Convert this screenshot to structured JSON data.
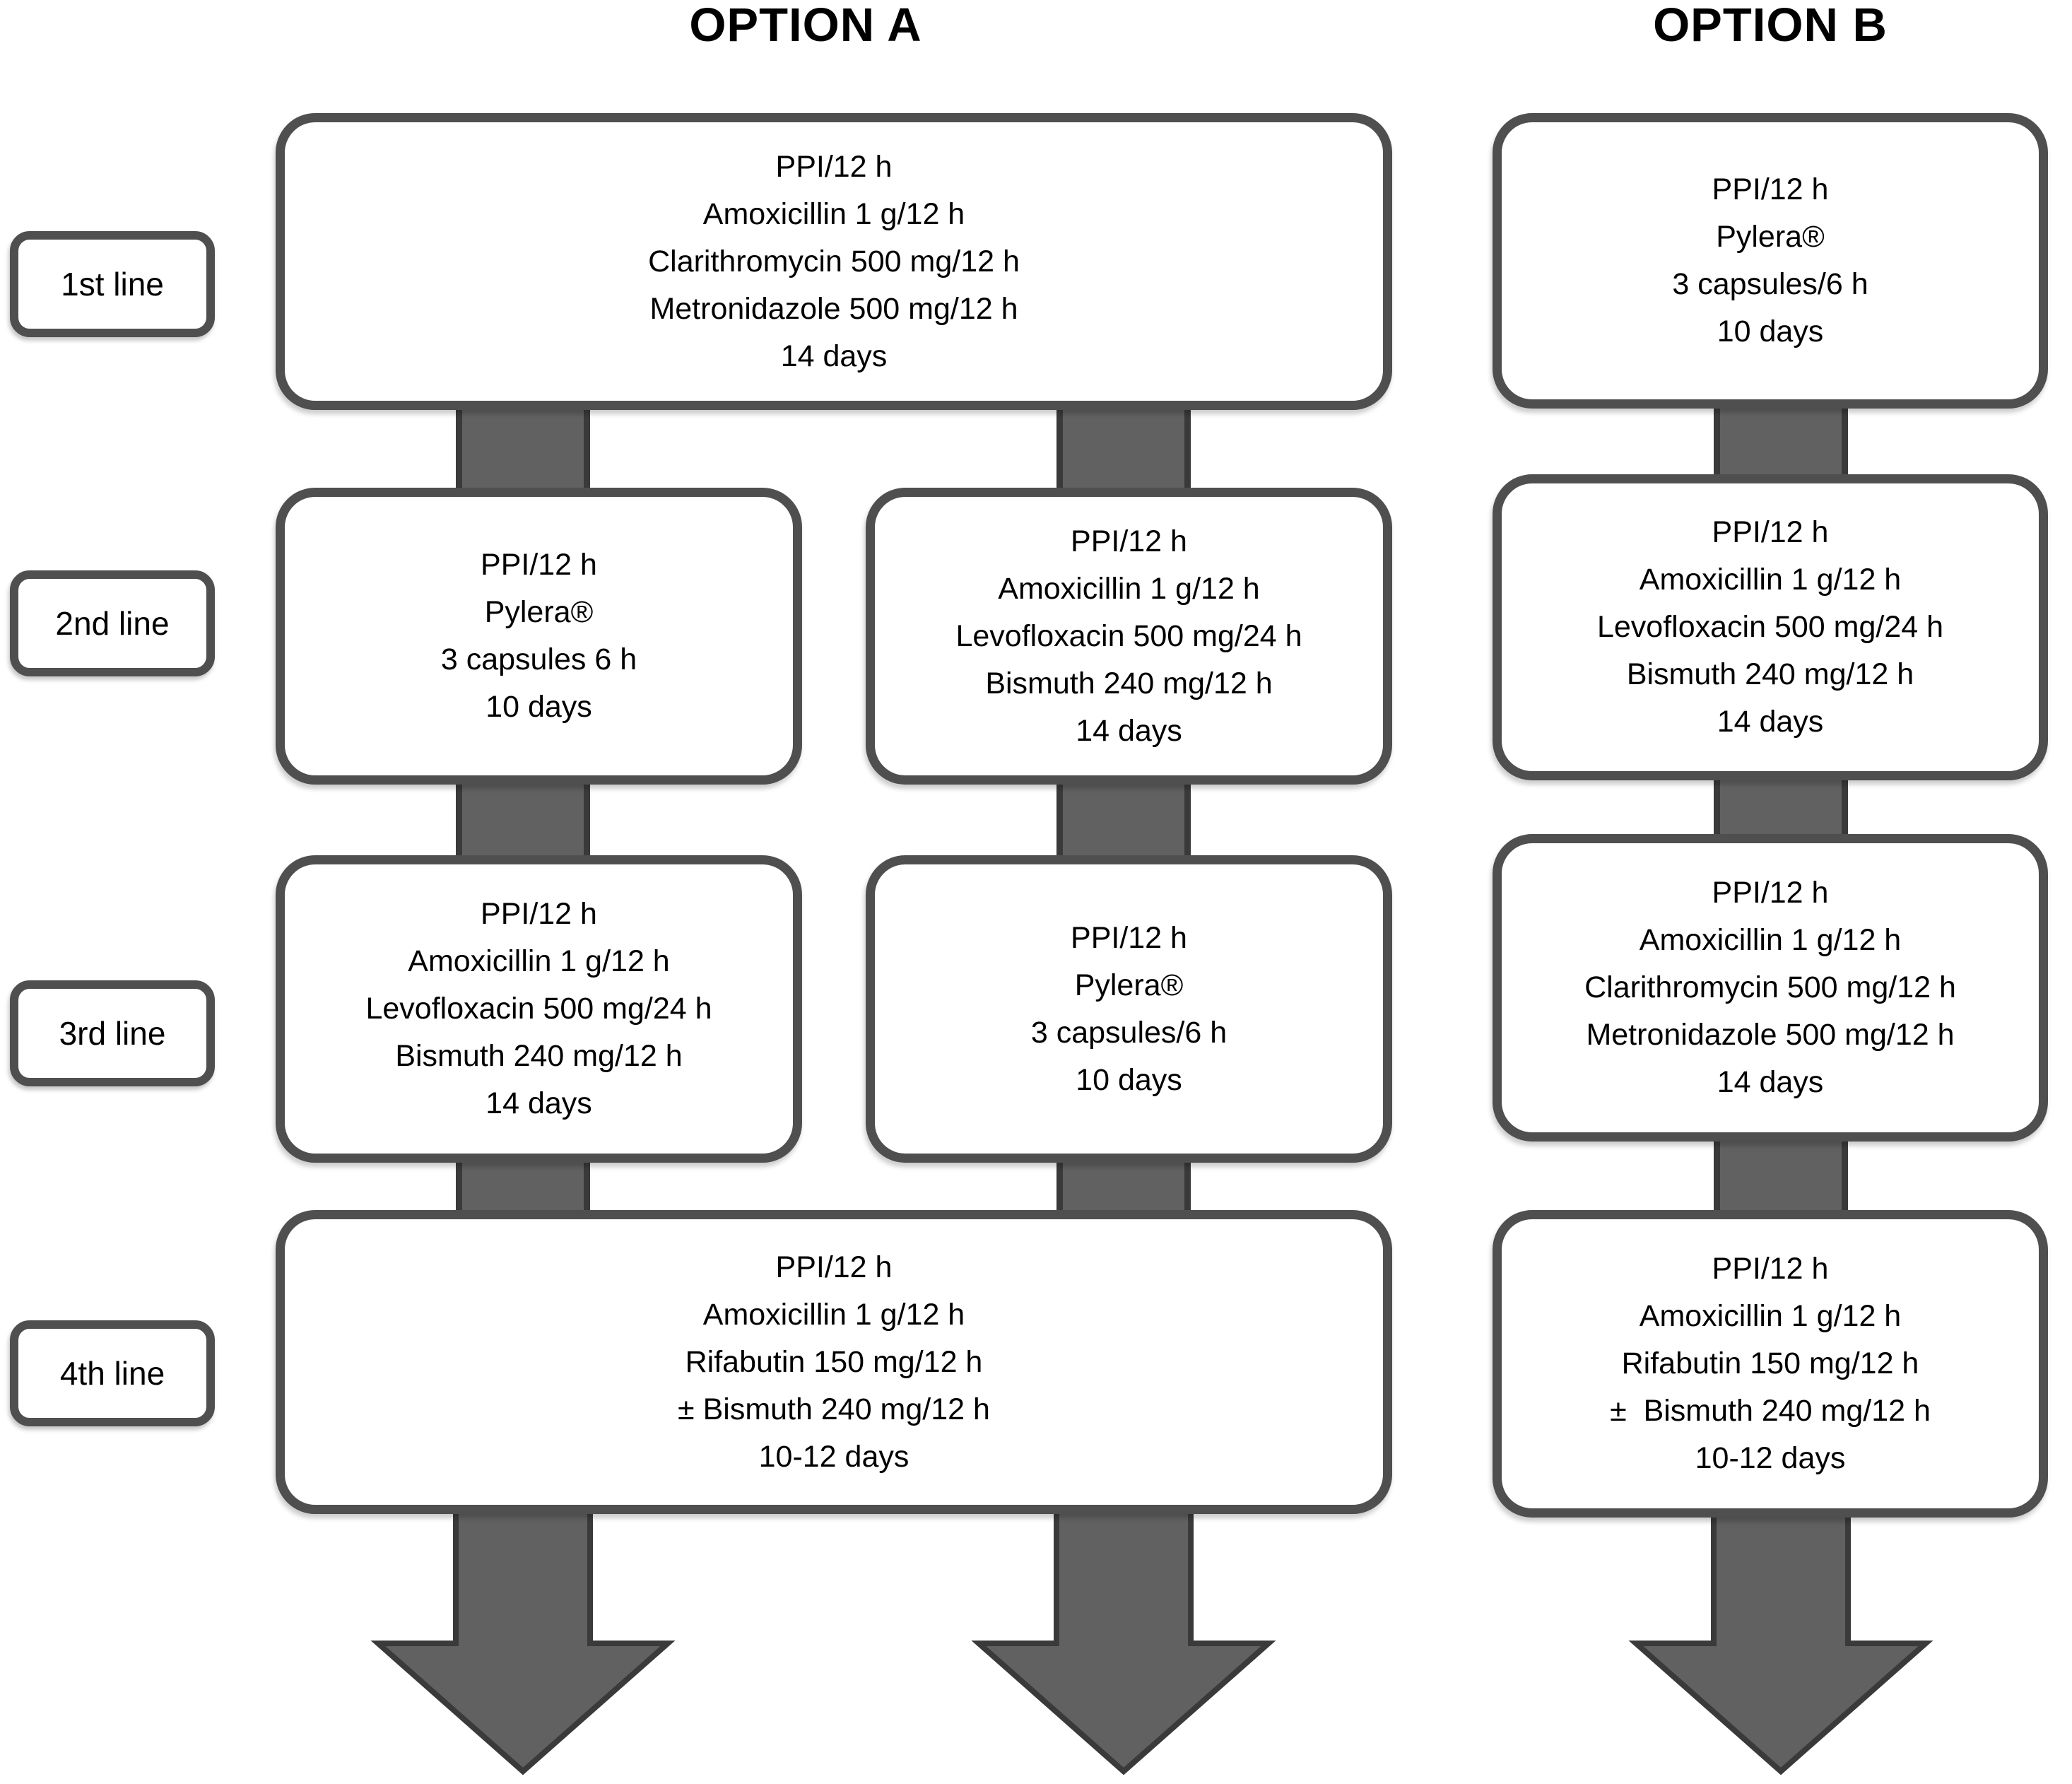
{
  "titles": {
    "option_a": "OPTION A",
    "option_b": "OPTION B"
  },
  "row_labels": [
    "1st line",
    "2nd line",
    "3rd line",
    "4th line"
  ],
  "boxes": {
    "a1": {
      "lines": [
        "PPI/12 h",
        "Amoxicillin 1 g/12 h",
        "Clarithromycin 500 mg/12 h",
        "Metronidazole 500 mg/12 h",
        "14 days"
      ]
    },
    "a2_left": {
      "lines": [
        "PPI/12 h",
        "Pylera®",
        "3 capsules 6 h",
        "10 days"
      ]
    },
    "a2_right": {
      "lines": [
        "PPI/12 h",
        "Amoxicillin 1 g/12 h",
        "Levofloxacin 500 mg/24 h",
        "Bismuth 240 mg/12 h",
        "14 days"
      ]
    },
    "a3_left": {
      "lines": [
        "PPI/12 h",
        "Amoxicillin 1 g/12 h",
        "Levofloxacin 500 mg/24 h",
        "Bismuth 240 mg/12 h",
        "14 days"
      ]
    },
    "a3_right": {
      "lines": [
        "PPI/12 h",
        "Pylera®",
        "3 capsules/6 h",
        "10 days"
      ]
    },
    "a4": {
      "lines": [
        "PPI/12 h",
        "Amoxicillin 1 g/12 h",
        "Rifabutin 150 mg/12 h",
        "± Bismuth 240 mg/12 h",
        "10-12 days"
      ]
    },
    "b1": {
      "lines": [
        "PPI/12 h",
        "Pylera®",
        "3 capsules/6 h",
        "10 days"
      ]
    },
    "b2": {
      "lines": [
        "PPI/12 h",
        "Amoxicillin 1 g/12 h",
        "Levofloxacin 500 mg/24 h",
        "Bismuth 240 mg/12 h",
        "14 days"
      ]
    },
    "b3": {
      "lines": [
        "PPI/12 h",
        "Amoxicillin 1 g/12 h",
        "Clarithromycin 500 mg/12 h",
        "Metronidazole 500 mg/12 h",
        "14 days"
      ]
    },
    "b4": {
      "lines": [
        "PPI/12 h",
        "Amoxicillin 1 g/12 h",
        "Rifabutin 150 mg/12 h",
        "±  Bismuth 240 mg/12 h",
        "10-12 days"
      ]
    }
  },
  "icons": {
    "down_arrow": "▼"
  },
  "colors": {
    "background": "#ffffff",
    "box_fill": "#ffffff",
    "box_border": "#4f4f4f",
    "connector_fill": "#616161",
    "connector_border": "#3a3a3a",
    "text": "#000000"
  }
}
